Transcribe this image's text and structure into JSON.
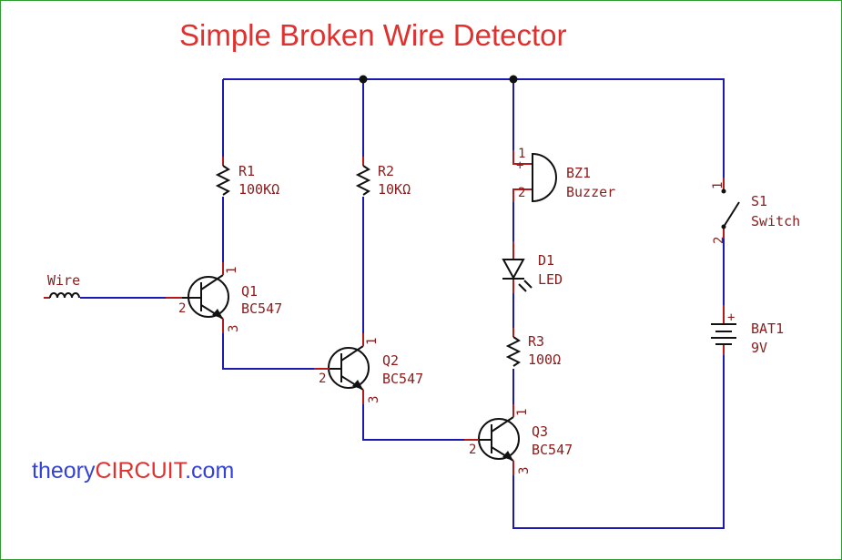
{
  "title": "Simple Broken Wire Detector",
  "brand": {
    "part1": "theory",
    "part2": "CIRCUIT",
    "part3": ".com"
  },
  "colors": {
    "wire": "#1a1ab0",
    "label": "#8b1c1c",
    "title": "#e0312f",
    "frame": "#2e9e2e"
  },
  "components": {
    "r1": {
      "ref": "R1",
      "value": "100KΩ"
    },
    "r2": {
      "ref": "R2",
      "value": "10KΩ"
    },
    "r3": {
      "ref": "R3",
      "value": "100Ω"
    },
    "q1": {
      "ref": "Q1",
      "value": "BC547"
    },
    "q2": {
      "ref": "Q2",
      "value": "BC547"
    },
    "q3": {
      "ref": "Q3",
      "value": "BC547"
    },
    "bz1": {
      "ref": "BZ1",
      "value": "Buzzer"
    },
    "d1": {
      "ref": "D1",
      "value": "LED"
    },
    "s1": {
      "ref": "S1",
      "value": "Switch"
    },
    "bat1": {
      "ref": "BAT1",
      "value": "9V"
    },
    "wire": {
      "label": "Wire"
    }
  },
  "pins": {
    "p1": "1",
    "p2": "2",
    "p3": "3",
    "plus": "+"
  }
}
